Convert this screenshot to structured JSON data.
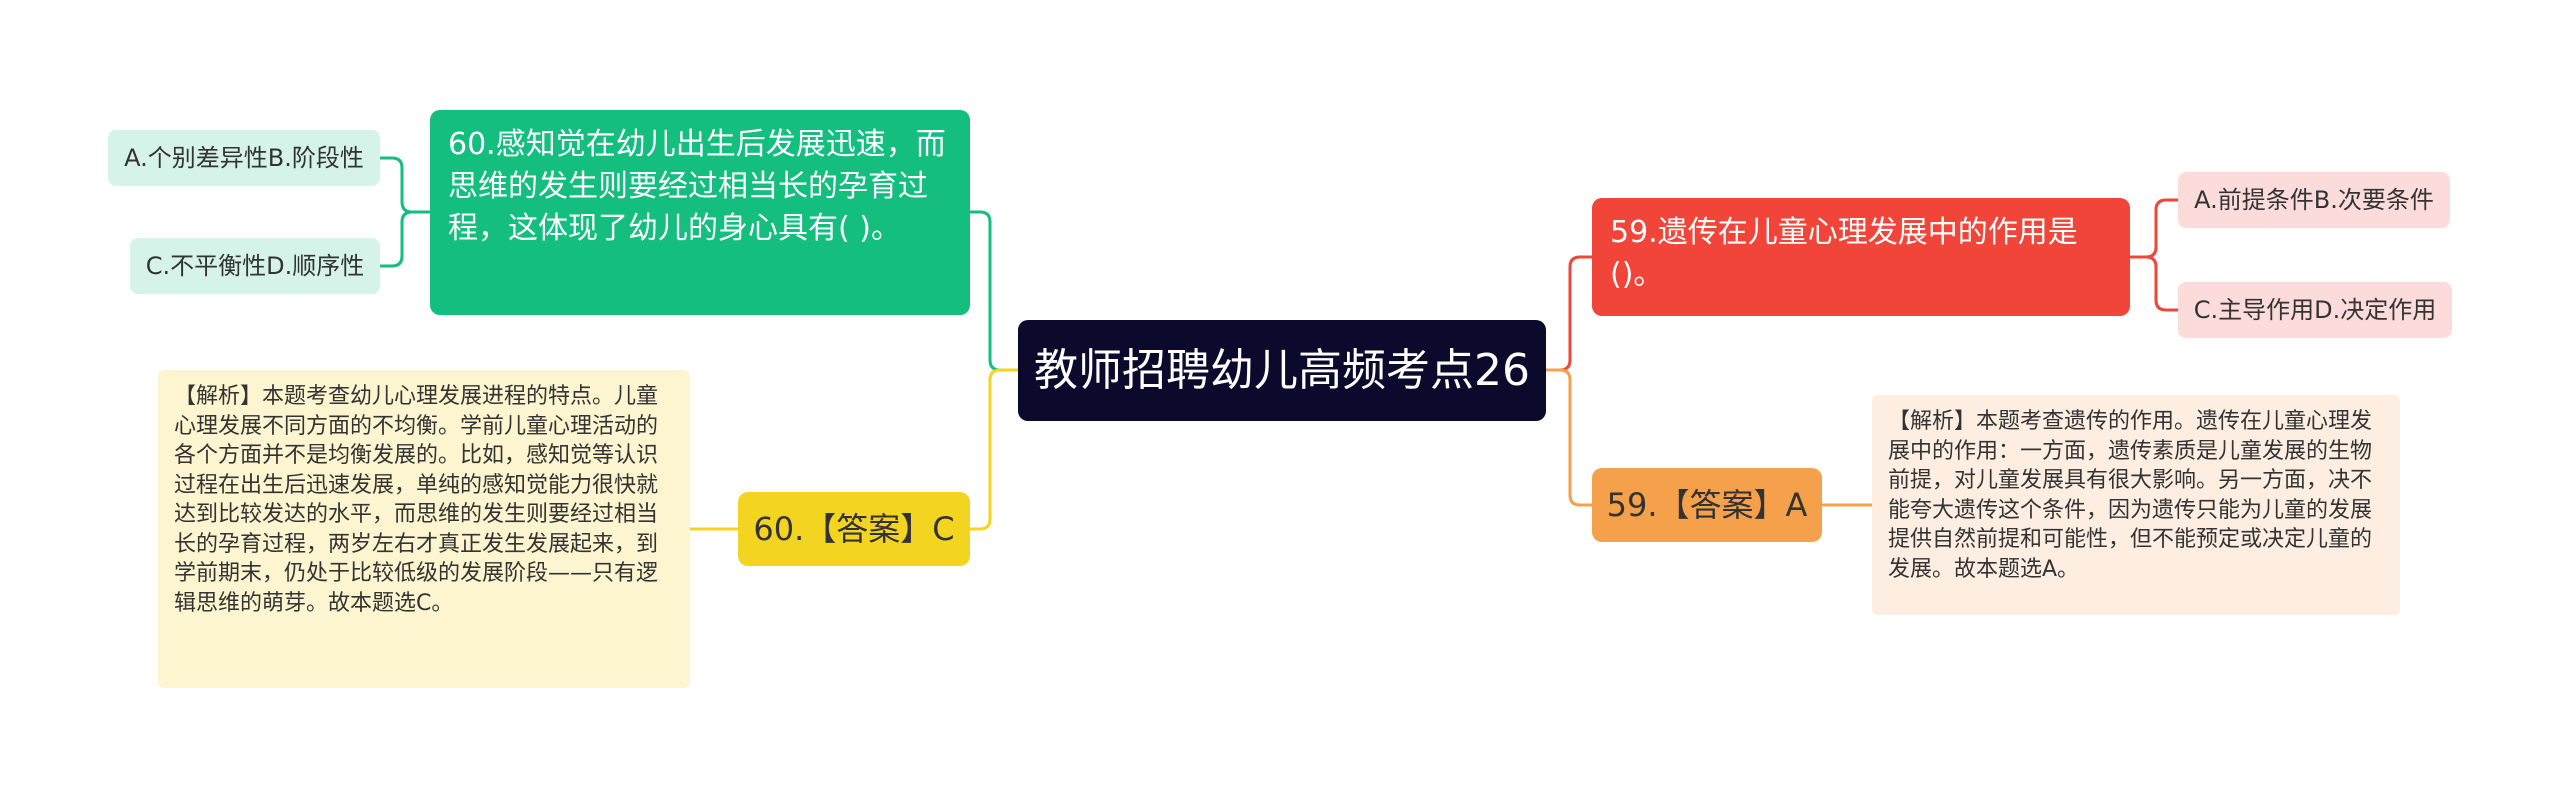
{
  "mindmap": {
    "root": "教师招聘幼儿高频考点26",
    "left": {
      "question60": "60.感知觉在幼儿出生后发展迅速，而思维的发生则要经过相当长的孕育过程，这体现了幼儿的身心具有(   )。",
      "options60": [
        "A.个别差异性B.阶段性",
        "C.不平衡性D.顺序性"
      ],
      "answer60": "60.【答案】C",
      "explanation60": "【解析】本题考查幼儿心理发展进程的特点。儿童心理发展不同方面的不均衡。学前儿童心理活动的各个方面并不是均衡发展的。比如，感知觉等认识过程在出生后迅速发展，单纯的感知觉能力很快就达到比较发达的水平，而思维的发生则要经过相当长的孕育过程，两岁左右才真正发生发展起来，到学前期末，仍处于比较低级的发展阶段——只有逻辑思维的萌芽。故本题选C。"
    },
    "right": {
      "question59": "59.遗传在儿童心理发展中的作用是()。",
      "options59": [
        "A.前提条件B.次要条件",
        "C.主导作用D.决定作用"
      ],
      "answer59": "59.【答案】A",
      "explanation59": "【解析】本题考查遗传的作用。遗传在儿童心理发展中的作用：一方面，遗传素质是儿童发展的生物前提，对儿童发展具有很大影响。另一方面，决不能夸大遗传这个条件，因为遗传只能为儿童的发展提供自然前提和可能性，但不能预定或决定儿童的发展。故本题选A。"
    }
  },
  "colors": {
    "root": "#0c0a2c",
    "green": "#13be7f",
    "green_light": "#d5f3e8",
    "yellow": "#f3d521",
    "yellow_light": "#fcf5cf",
    "red": "#f14539",
    "red_light": "#fbdcdb",
    "orange": "#f5a04b",
    "orange_light": "#fdeee1"
  }
}
